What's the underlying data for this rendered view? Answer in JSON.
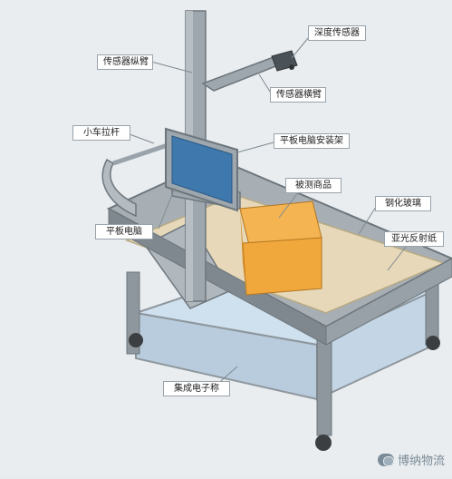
{
  "labels": {
    "sensor_vertical_arm": "传感器纵臂",
    "depth_sensor": "深度传感器",
    "sensor_horizontal_arm": "传感器横臂",
    "cart_handle": "小车拉杆",
    "tablet_mount": "平板电脑安装架",
    "measured_item": "被测商品",
    "tempered_glass": "钢化玻璃",
    "matte_reflective_paper": "亚光反射纸",
    "tablet": "平板电脑",
    "integrated_scale": "集成电子称"
  },
  "watermark": "博纳物流",
  "colors": {
    "frame": "#8e979d",
    "frame_dark": "#6d767c",
    "glass_top": "#e6d8b8",
    "box": "#f0a83c",
    "tablet_screen": "#3f78ad",
    "scale": "#cfe0ee"
  }
}
